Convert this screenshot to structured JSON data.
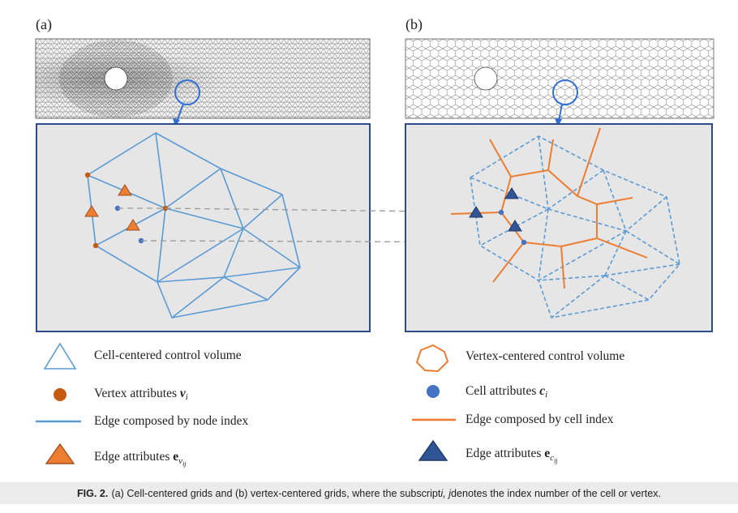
{
  "panel_a": {
    "label": "(a)"
  },
  "panel_b": {
    "label": "(b)"
  },
  "legend_a": [
    {
      "icon": "triangle-outline-icon",
      "text": "Cell-centered control volume"
    },
    {
      "icon": "orange-dot-icon",
      "text": "Vertex attributes ",
      "math": "v",
      "sub": "i"
    },
    {
      "icon": "blue-line-icon",
      "text": "Edge composed by node index"
    },
    {
      "icon": "orange-triangle-icon",
      "text": "Edge attributes ",
      "math": "e",
      "sub": "v",
      "subsub": "ij"
    }
  ],
  "legend_b": [
    {
      "icon": "orange-polygon-icon",
      "text": "Vertex-centered control volume"
    },
    {
      "icon": "blue-dot-icon",
      "text": "Cell attributes ",
      "math": "c",
      "sub": "i"
    },
    {
      "icon": "orange-line-icon",
      "text": "Edge composed by cell index"
    },
    {
      "icon": "blue-triangle-icon",
      "text": "Edge attributes ",
      "math": "e",
      "sub": "c",
      "subsub": "ij"
    }
  ],
  "caption": {
    "label": "FIG. 2.",
    "text_1": "(a) Cell-centered grids and (b) vertex-centered grids, where the subscript ",
    "italic": "i, j",
    "text_2": " denotes the index number of the cell or vertex."
  },
  "colors": {
    "blue": "#5b9bd5",
    "orange": "#ed7d31",
    "dark_blue": "#2f5597",
    "navy_frame": "#2f4b8c",
    "panel_bg": "#e7e6e6"
  }
}
